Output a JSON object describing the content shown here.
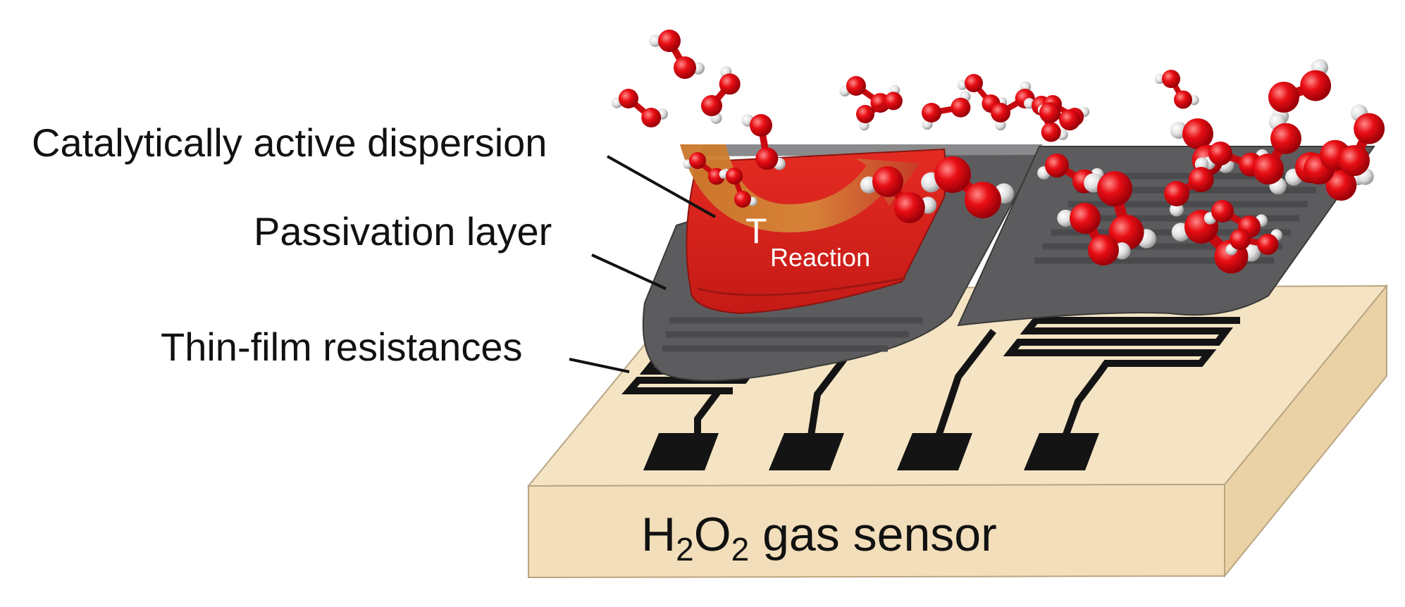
{
  "labels": {
    "catalytic": "Catalytically active dispersion",
    "passivation": "Passivation layer",
    "thinfilm": "Thin-film resistances"
  },
  "reaction": {
    "symbol": "T",
    "subscript": "Reaction"
  },
  "sensor": {
    "h": "H",
    "sub1": "2",
    "o": "O",
    "sub2": "2",
    "rest": " gas sensor"
  },
  "colors": {
    "substrate_top": "#f5e4c3",
    "substrate_side": "#f1dcb6",
    "passivation": "#5a5a5c",
    "dispersion": "#d9231c",
    "oxygen": "#e00d12",
    "hydrogen": "#e9e9e9",
    "arrow": "#c97a2c",
    "trace": "#141414"
  },
  "icons": [
    "molecule-icon",
    "heat-arrow-icon"
  ]
}
